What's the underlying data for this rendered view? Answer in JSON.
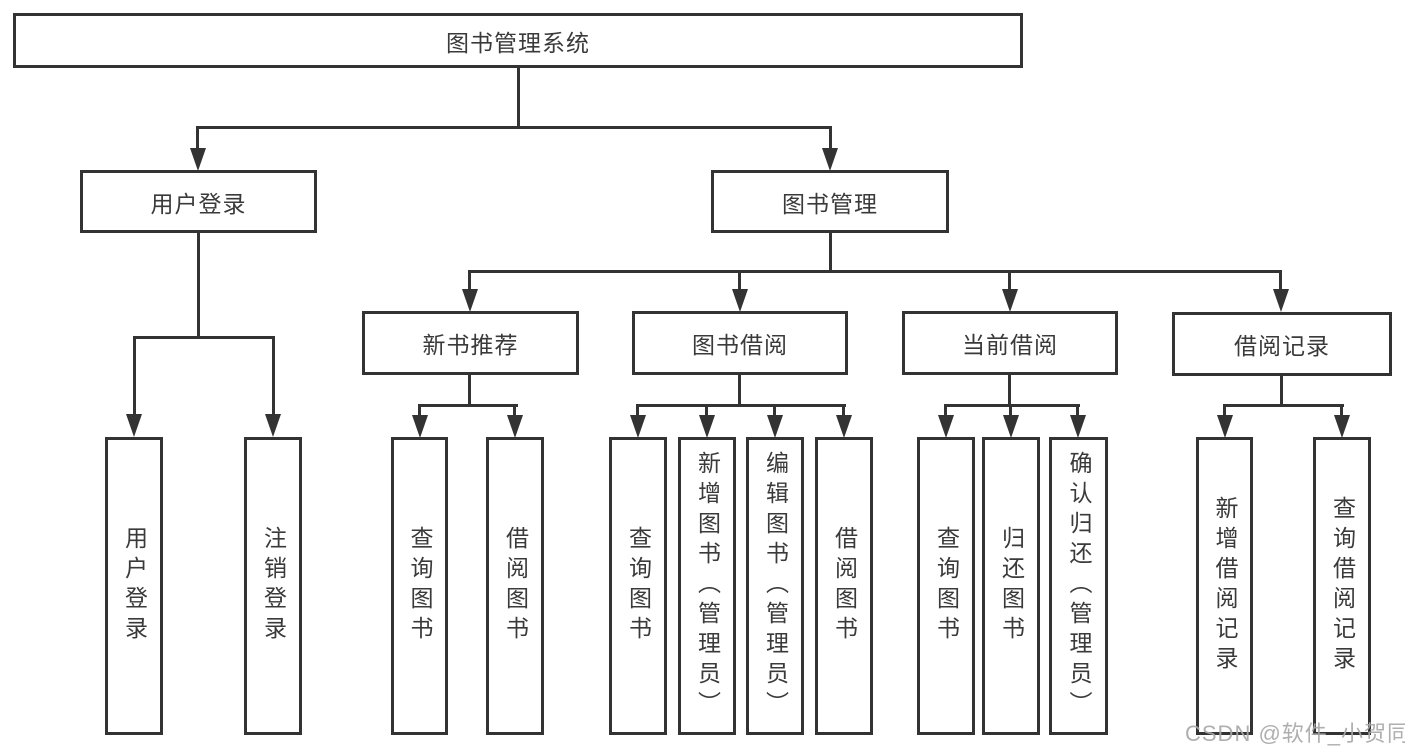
{
  "diagram_type": "hierarchy-tree",
  "tree": {
    "label": "图书管理系统",
    "children": [
      {
        "label": "用户登录",
        "children": [
          {
            "label": "用户登录"
          },
          {
            "label": "注销登录"
          }
        ]
      },
      {
        "label": "图书管理",
        "children": [
          {
            "label": "新书推荐",
            "children": [
              {
                "label": "查询图书"
              },
              {
                "label": "借阅图书"
              }
            ]
          },
          {
            "label": "图书借阅",
            "children": [
              {
                "label": "查询图书"
              },
              {
                "label": "新增图书（管理员）"
              },
              {
                "label": "编辑图书（管理员）"
              },
              {
                "label": "借阅图书"
              }
            ]
          },
          {
            "label": "当前借阅",
            "children": [
              {
                "label": "查询图书"
              },
              {
                "label": "归还图书"
              },
              {
                "label": "确认归还（管理员）"
              }
            ]
          },
          {
            "label": "借阅记录",
            "children": [
              {
                "label": "新增借阅记录"
              },
              {
                "label": "查询借阅记录"
              }
            ]
          }
        ]
      }
    ]
  },
  "watermark": {
    "text": "CSDN @软件_小贺同学"
  },
  "colors": {
    "background": "#ffffff",
    "line": "#333333",
    "text": "#3a3a3a",
    "watermark": "#a8a8a8"
  }
}
